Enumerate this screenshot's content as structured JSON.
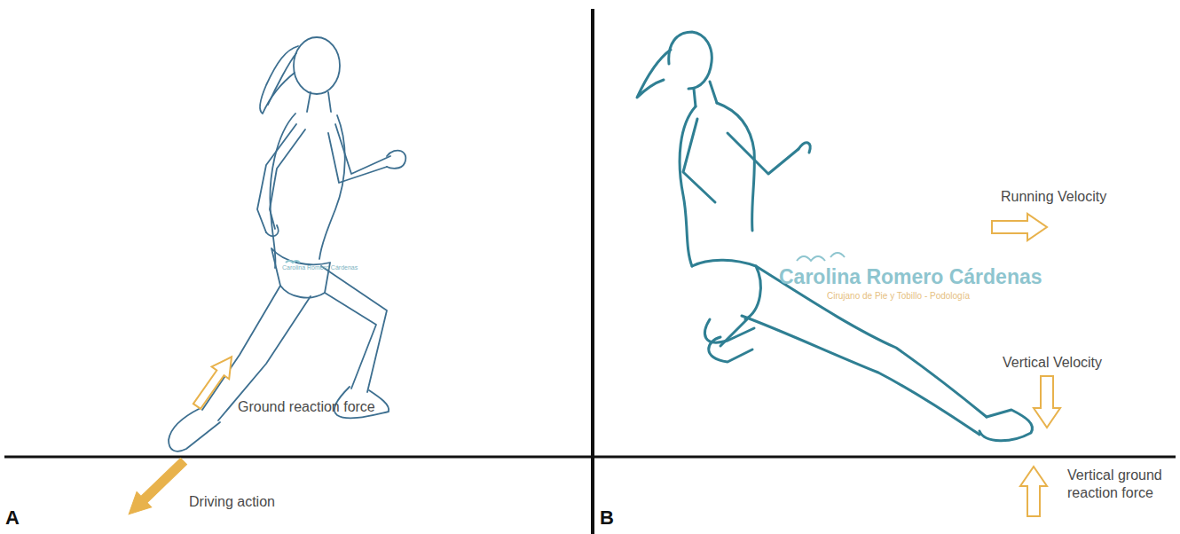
{
  "diagram": {
    "labels": [
      "Ground reaction force",
      "Driving action",
      "A",
      "Carolina Romero Cárdenas",
      "Running Velocity",
      "Vertical Velocity",
      "Vertical ground reaction force",
      "B",
      "Carolina Romero Cárdenas",
      "Cirujano de Pie y Tobillo - Podología"
    ]
  }
}
